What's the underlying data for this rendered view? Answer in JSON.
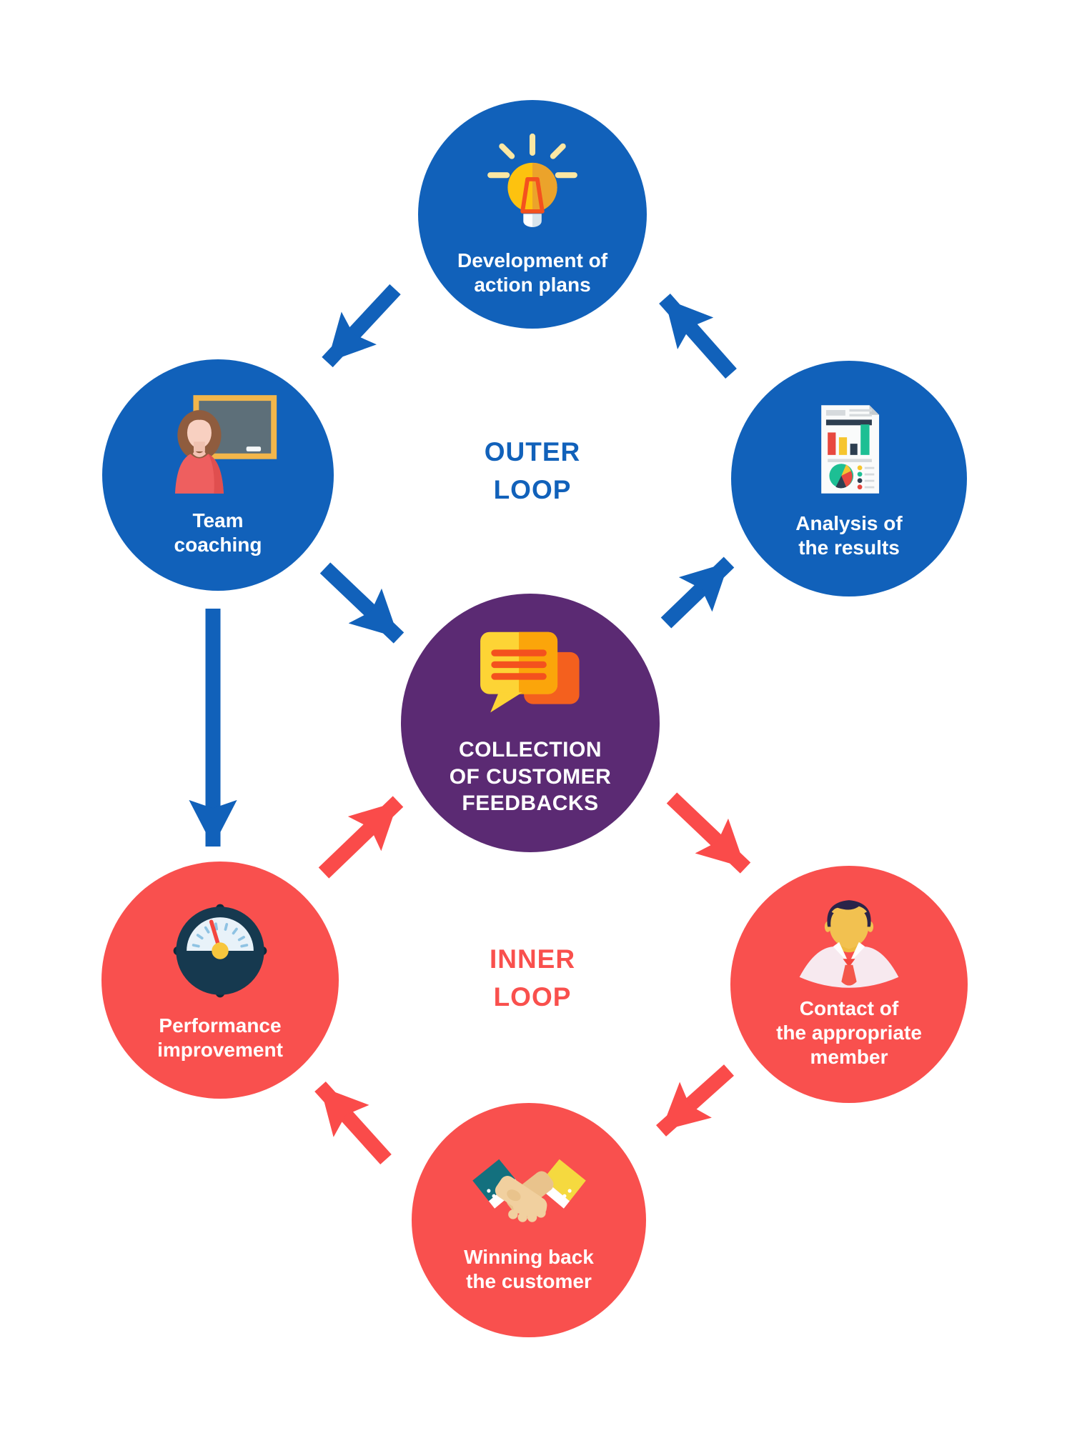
{
  "diagram": {
    "background": "#ffffff",
    "loops": {
      "outer": {
        "label": "OUTER LOOP",
        "lines": [
          "OUTER",
          "LOOP"
        ],
        "color": "#1161ba"
      },
      "inner": {
        "label": "INNER LOOP",
        "lines": [
          "INNER",
          "LOOP"
        ],
        "color": "#f9504d"
      }
    },
    "center_node": {
      "label": "COLLECTION OF CUSTOMER FEEDBACKS",
      "lines": [
        "COLLECTION",
        "OF CUSTOMER",
        "FEEDBACKS"
      ],
      "color": "#5b2a73",
      "icon": "chat-bubbles-icon"
    },
    "nodes": {
      "development": {
        "label": "Development of action plans",
        "lines": [
          "Development of",
          "action plans"
        ],
        "color": "#1161ba",
        "icon": "lightbulb-icon",
        "loop": "outer"
      },
      "team": {
        "label": "Team coaching",
        "lines": [
          "Team",
          "coaching"
        ],
        "color": "#1161ba",
        "icon": "teacher-blackboard-icon",
        "loop": "outer"
      },
      "analysis": {
        "label": "Analysis of the results",
        "lines": [
          "Analysis of",
          "the results"
        ],
        "color": "#1161ba",
        "icon": "report-chart-icon",
        "loop": "outer"
      },
      "performance": {
        "label": "Performance improvement",
        "lines": [
          "Performance",
          "improvement"
        ],
        "color": "#f9504e",
        "icon": "gauge-icon",
        "loop": "inner"
      },
      "contact": {
        "label": "Contact of the appropriate member",
        "lines": [
          "Contact of",
          "the appropriate",
          "member"
        ],
        "color": "#f9504e",
        "icon": "businessman-icon",
        "loop": "inner"
      },
      "winning": {
        "label": "Winning back the customer",
        "lines": [
          "Winning back",
          "the customer"
        ],
        "color": "#f9504e",
        "icon": "handshake-icon",
        "loop": "inner"
      }
    },
    "arrows": {
      "colors": {
        "outer": "#1161ba",
        "inner": "#fa4b4a"
      },
      "list": [
        {
          "from": "development",
          "to": "team",
          "loop": "outer"
        },
        {
          "from": "team",
          "to": "collection",
          "loop": "outer"
        },
        {
          "from": "collection",
          "to": "analysis",
          "loop": "outer"
        },
        {
          "from": "analysis",
          "to": "development",
          "loop": "outer"
        },
        {
          "from": "team",
          "to": "performance",
          "loop": "outer"
        },
        {
          "from": "performance",
          "to": "collection",
          "loop": "inner"
        },
        {
          "from": "collection",
          "to": "contact",
          "loop": "inner"
        },
        {
          "from": "contact",
          "to": "winning",
          "loop": "inner"
        },
        {
          "from": "winning",
          "to": "performance",
          "loop": "inner"
        }
      ]
    }
  }
}
